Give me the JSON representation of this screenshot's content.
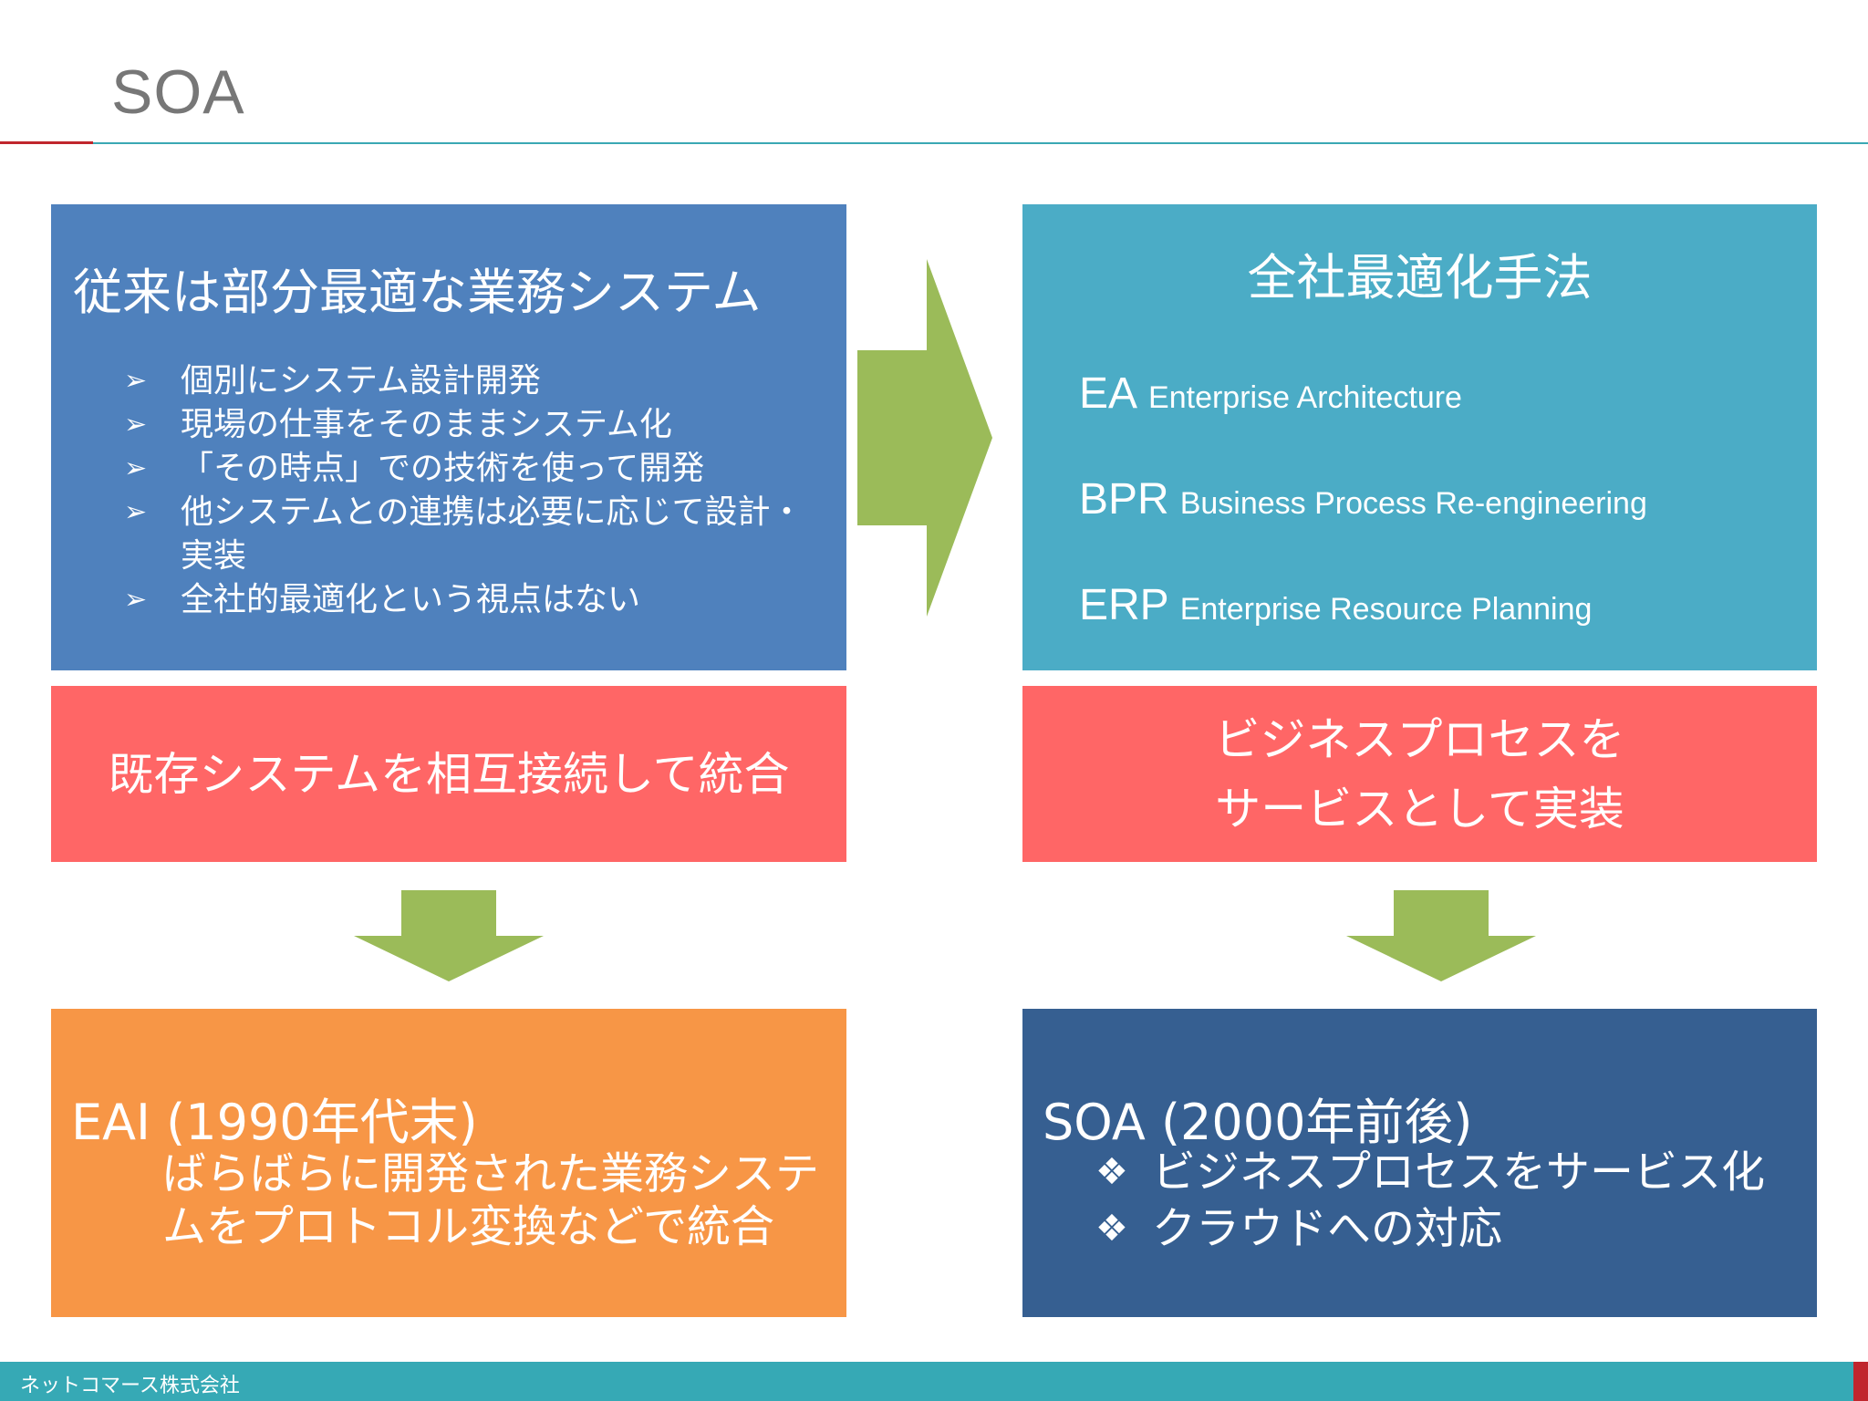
{
  "slide": {
    "title": "SOA"
  },
  "legacy": {
    "heading": "従来は部分最適な業務システム",
    "bullet_glyph": "➢",
    "items": [
      "個別にシステム設計開発",
      "現場の仕事をそのままシステム化",
      "「その時点」での技術を使って開発",
      "他システムとの連携は必要に応じて設計・実装",
      "全社的最適化という視点はない"
    ]
  },
  "optimization": {
    "heading": "全社最適化手法",
    "methods": [
      {
        "acronym": "EA",
        "full": "Enterprise Architecture"
      },
      {
        "acronym": "BPR",
        "full": "Business Process Re-engineering"
      },
      {
        "acronym": "ERP",
        "full": "Enterprise Resource Planning"
      }
    ]
  },
  "integrate": {
    "text": "既存システムを相互接続して統合"
  },
  "service": {
    "line1": "ビジネスプロセスを",
    "line2": "サービスとして実装"
  },
  "eai": {
    "heading": "EAI (1990年代末)",
    "description": "ばらばらに開発された業務システムをプロトコル変換などで統合"
  },
  "soa": {
    "heading": "SOA (2000年前後)",
    "bullet_glyph": "❖",
    "items": [
      "ビジネスプロセスをサービス化",
      "クラウドへの対応"
    ]
  },
  "footer": {
    "company": "ネットコマース株式会社"
  },
  "colors": {
    "legacy_box": "#4f81bd",
    "optimization_box": "#4bacc6",
    "coral_box": "#ff6666",
    "eai_box": "#f79646",
    "soa_box": "#365f91",
    "arrow": "#9bbb59",
    "footer_bar": "#36a9b5",
    "accent_red": "#c0262d"
  }
}
